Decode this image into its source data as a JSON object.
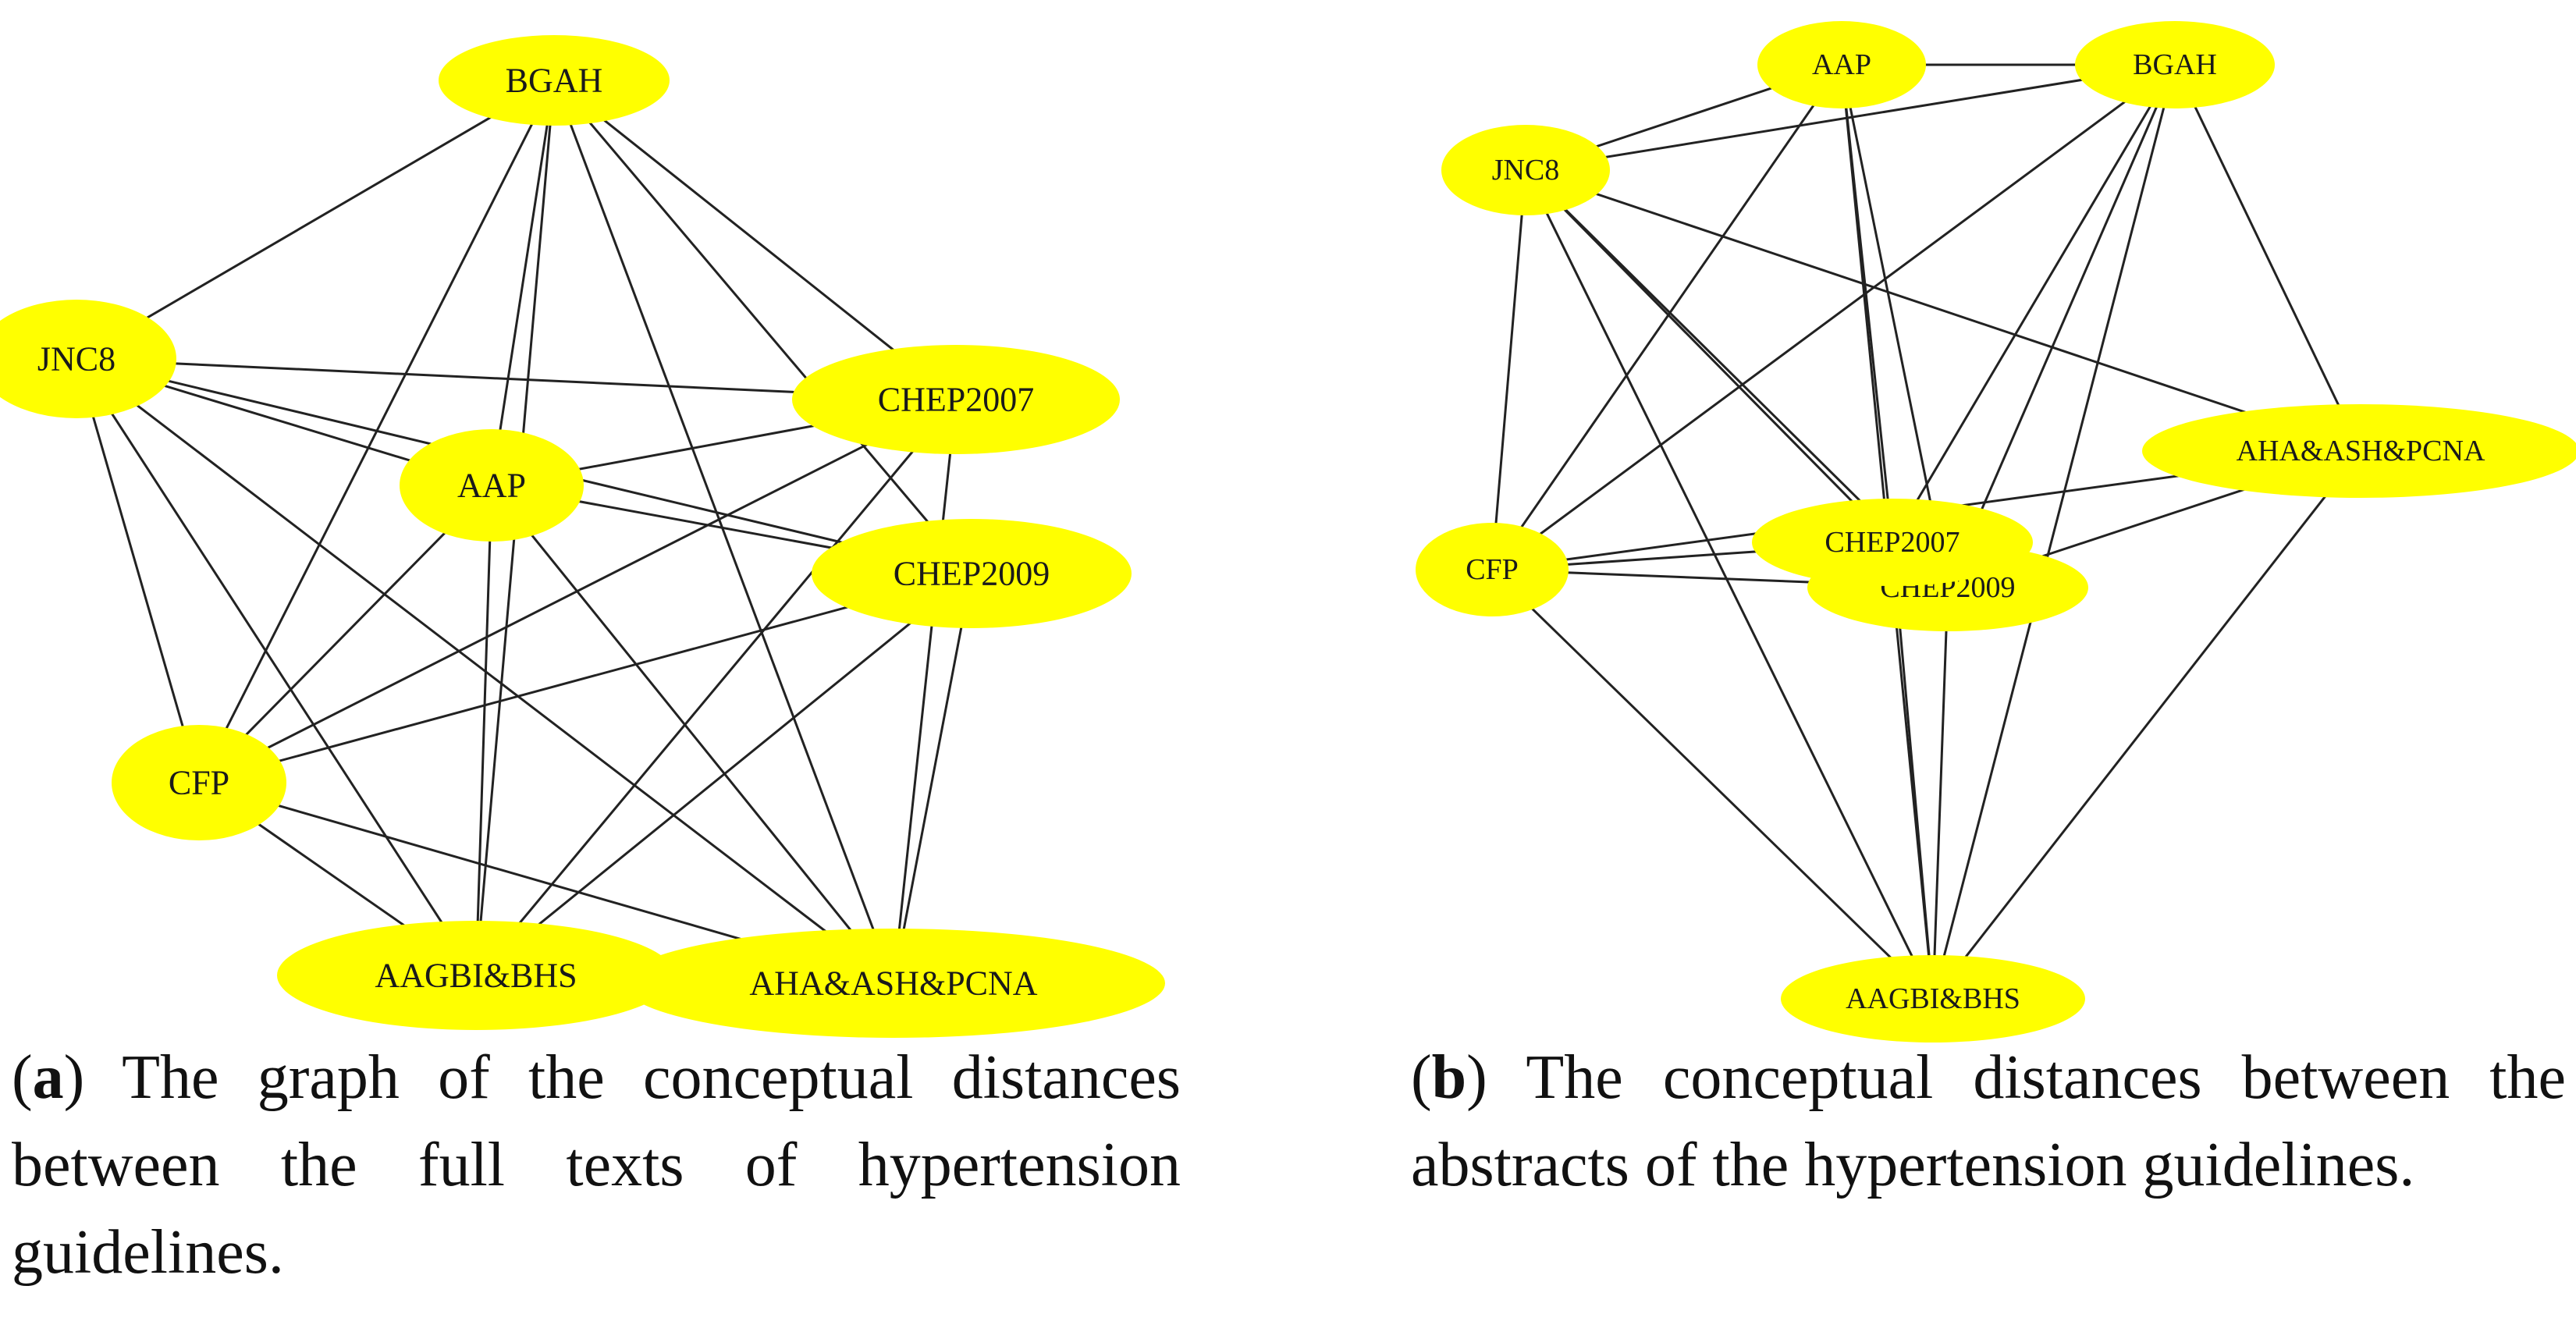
{
  "panels": [
    {
      "id": "a",
      "caption_letter": "a",
      "caption_text": "The graph of the conceptual distances between the full texts of hypertension guidelines.",
      "nodes": [
        {
          "id": "BGAH",
          "label": "BGAH"
        },
        {
          "id": "JNC8",
          "label": "JNC8"
        },
        {
          "id": "CHEP2007",
          "label": "CHEP2007"
        },
        {
          "id": "AAP",
          "label": "AAP"
        },
        {
          "id": "CHEP2009",
          "label": "CHEP2009"
        },
        {
          "id": "CFP",
          "label": "CFP"
        },
        {
          "id": "AAGBI&BHS",
          "label": "AAGBI&BHS"
        },
        {
          "id": "AHA&ASH&PCNA",
          "label": "AHA&ASH&PCNA"
        }
      ],
      "edges": [
        [
          "BGAH",
          "JNC8"
        ],
        [
          "BGAH",
          "CHEP2007"
        ],
        [
          "BGAH",
          "CHEP2009"
        ],
        [
          "BGAH",
          "AAP"
        ],
        [
          "BGAH",
          "CFP"
        ],
        [
          "BGAH",
          "AAGBI&BHS"
        ],
        [
          "BGAH",
          "AHA&ASH&PCNA"
        ],
        [
          "JNC8",
          "CHEP2007"
        ],
        [
          "JNC8",
          "AAP"
        ],
        [
          "JNC8",
          "CHEP2009"
        ],
        [
          "JNC8",
          "CFP"
        ],
        [
          "JNC8",
          "AAGBI&BHS"
        ],
        [
          "JNC8",
          "AHA&ASH&PCNA"
        ],
        [
          "AAP",
          "CHEP2007"
        ],
        [
          "AAP",
          "CHEP2009"
        ],
        [
          "AAP",
          "CFP"
        ],
        [
          "AAP",
          "AAGBI&BHS"
        ],
        [
          "AAP",
          "AHA&ASH&PCNA"
        ],
        [
          "CHEP2007",
          "CFP"
        ],
        [
          "CHEP2007",
          "AAGBI&BHS"
        ],
        [
          "CHEP2007",
          "AHA&ASH&PCNA"
        ],
        [
          "CHEP2009",
          "CFP"
        ],
        [
          "CHEP2009",
          "AAGBI&BHS"
        ],
        [
          "CHEP2009",
          "AHA&ASH&PCNA"
        ],
        [
          "CFP",
          "AAGBI&BHS"
        ],
        [
          "CFP",
          "AHA&ASH&PCNA"
        ]
      ]
    },
    {
      "id": "b",
      "caption_letter": "b",
      "caption_text": "The conceptual distances between the abstracts of the hypertension guidelines.",
      "nodes": [
        {
          "id": "AAP",
          "label": "AAP"
        },
        {
          "id": "BGAH",
          "label": "BGAH"
        },
        {
          "id": "JNC8",
          "label": "JNC8"
        },
        {
          "id": "AHA&ASH&PCNA",
          "label": "AHA&ASH&PCNA"
        },
        {
          "id": "CFP",
          "label": "CFP"
        },
        {
          "id": "CHEP2009",
          "label": "CHEP2009"
        },
        {
          "id": "CHEP2007",
          "label": "CHEP2007"
        },
        {
          "id": "AAGBI&BHS",
          "label": "AAGBI&BHS"
        }
      ],
      "edges": [
        [
          "AAP",
          "BGAH"
        ],
        [
          "AAP",
          "JNC8"
        ],
        [
          "AAP",
          "CFP"
        ],
        [
          "AAP",
          "CHEP2007"
        ],
        [
          "AAP",
          "CHEP2009"
        ],
        [
          "AAP",
          "AAGBI&BHS"
        ],
        [
          "BGAH",
          "JNC8"
        ],
        [
          "BGAH",
          "AHA&ASH&PCNA"
        ],
        [
          "BGAH",
          "CFP"
        ],
        [
          "BGAH",
          "CHEP2007"
        ],
        [
          "BGAH",
          "CHEP2009"
        ],
        [
          "BGAH",
          "AAGBI&BHS"
        ],
        [
          "JNC8",
          "AHA&ASH&PCNA"
        ],
        [
          "JNC8",
          "CFP"
        ],
        [
          "JNC8",
          "CHEP2007"
        ],
        [
          "JNC8",
          "CHEP2009"
        ],
        [
          "JNC8",
          "AAGBI&BHS"
        ],
        [
          "AHA&ASH&PCNA",
          "CFP"
        ],
        [
          "AHA&ASH&PCNA",
          "CHEP2009"
        ],
        [
          "AHA&ASH&PCNA",
          "AAGBI&BHS"
        ],
        [
          "CFP",
          "CHEP2009"
        ],
        [
          "CFP",
          "AAGBI&BHS"
        ],
        [
          "CFP",
          "CHEP2007"
        ],
        [
          "CHEP2009",
          "AAGBI&BHS"
        ],
        [
          "CHEP2007",
          "AAGBI&BHS"
        ]
      ]
    }
  ],
  "colors": {
    "node_fill": "#ffff00",
    "edge_stroke": "#222222",
    "label_text": "#1a1a1a"
  }
}
